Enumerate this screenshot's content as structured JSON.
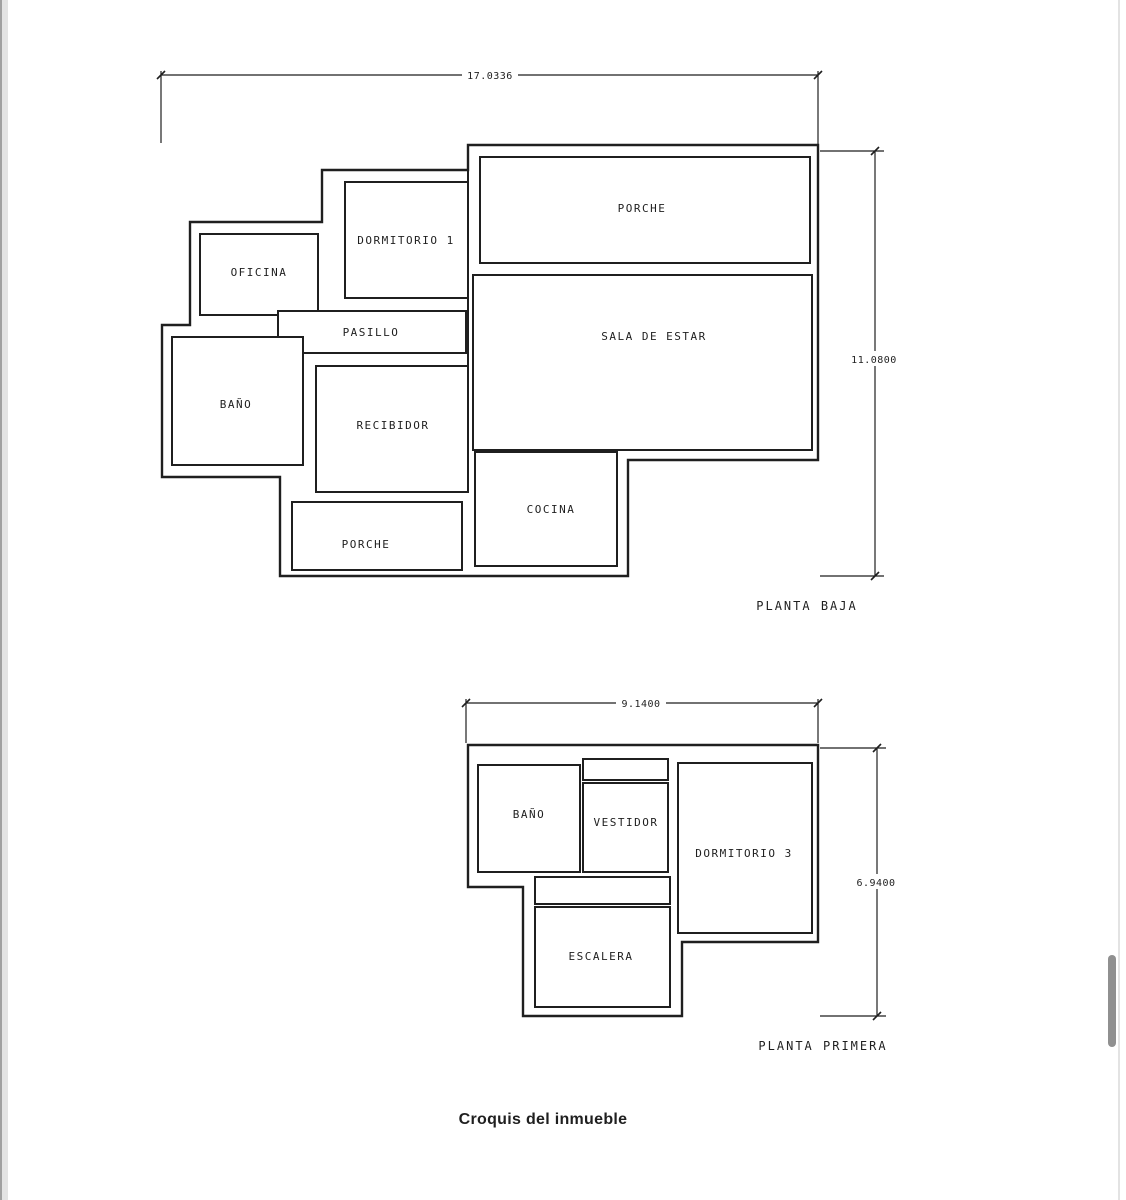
{
  "colors": {
    "line": "#1f1f1f",
    "scrollbar": "#909090",
    "edge-dark": "#a0a0a0",
    "edge-light": "#e3e3e3"
  },
  "caption": "Croquis del inmueble",
  "ground_floor": {
    "label": "PLANTA BAJA",
    "dim_width": "17.0336",
    "dim_height": "11.0800",
    "rooms": {
      "porche_top": "PORCHE",
      "dormitorio1": "DORMITORIO 1",
      "oficina": "OFICINA",
      "pasillo": "PASILLO",
      "sala_de_estar": "SALA DE ESTAR",
      "bano": "BAÑO",
      "recibidor": "RECIBIDOR",
      "cocina": "COCINA",
      "porche_bottom": "PORCHE"
    }
  },
  "first_floor": {
    "label": "PLANTA PRIMERA",
    "dim_width": "9.1400",
    "dim_height": "6.9400",
    "rooms": {
      "bano": "BAÑO",
      "vestidor": "VESTIDOR",
      "dormitorio3": "DORMITORIO 3",
      "escalera": "ESCALERA"
    }
  }
}
